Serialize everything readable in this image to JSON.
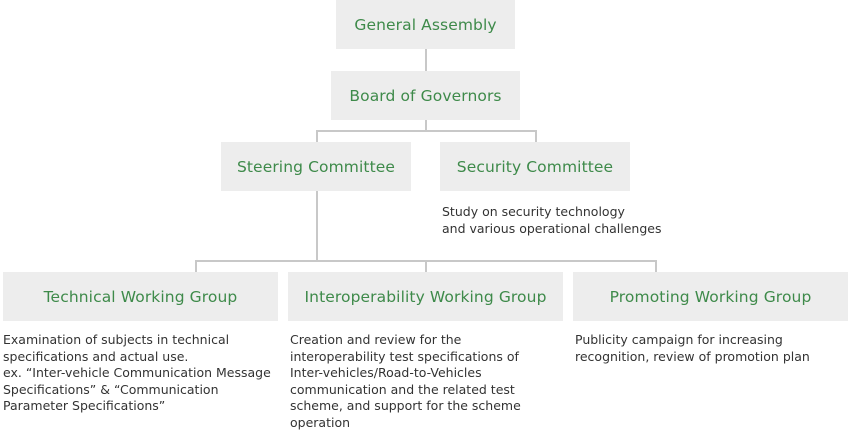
{
  "chart": {
    "general_assembly": {
      "label": "General Assembly"
    },
    "board_of_governors": {
      "label": "Board of Governors"
    },
    "steering_committee": {
      "label": "Steering Committee"
    },
    "security_committee": {
      "label": "Security Committee",
      "description": [
        "Study on security technology",
        "and various operational challenges"
      ]
    },
    "working_groups": [
      {
        "label": "Technical Working Group",
        "description": [
          "Examination of subjects in technical",
          "specifications and actual use.",
          "ex. “Inter-vehicle Communication Message",
          "Specifications” & “Communication",
          "Parameter Specifications”"
        ]
      },
      {
        "label": "Interoperability Working Group",
        "description": [
          "Creation and review for the",
          "interoperability test specifications of",
          "Inter-vehicles/Road-to-Vehicles",
          "communication and the related test",
          "scheme, and support for the scheme",
          "operation"
        ]
      },
      {
        "label": "Promoting Working Group",
        "description": [
          "Publicity campaign for increasing",
          "recognition, review of promotion plan"
        ]
      }
    ]
  },
  "colors": {
    "box_fill": "#ededed",
    "label_text": "#3e8a4a",
    "connector": "#c8c8c8",
    "description_text": "#333333"
  }
}
